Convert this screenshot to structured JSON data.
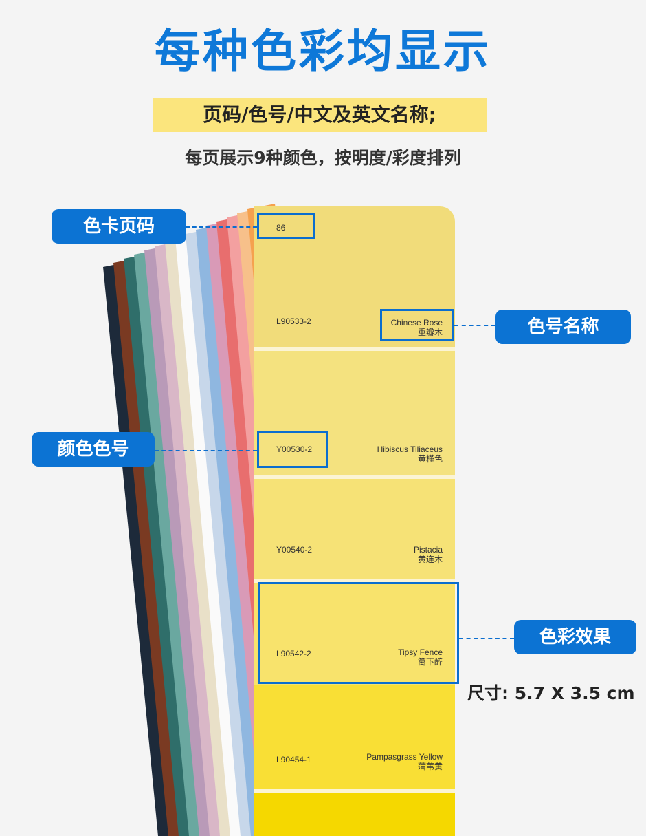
{
  "header": {
    "title": "每种色彩均显示",
    "highlight": "页码/色号/中文及英文名称;",
    "subtitle": "每页展示9种颜色，按明度/彩度排列"
  },
  "card": {
    "page_number": "86",
    "swatches": [
      {
        "code": "L90533-2",
        "name_en": "Chinese Rose",
        "name_cn": "重瓣木",
        "color": "#f1dc7a"
      },
      {
        "code": "Y00530-2",
        "name_en": "Hibiscus Tiliaceus",
        "name_cn": "黄槿色",
        "color": "#f4e27f"
      },
      {
        "code": "Y00540-2",
        "name_en": "Pistacia",
        "name_cn": "黄连木",
        "color": "#f6e276"
      },
      {
        "code": "L90542-2",
        "name_en": "Tipsy Fence",
        "name_cn": "篱下醉",
        "color": "#f8e36c"
      },
      {
        "code": "L90454-1",
        "name_en": "Pampasgrass Yellow",
        "name_cn": "蒲苇黄",
        "color": "#f9df35"
      }
    ],
    "bottom_color": "#f5d800"
  },
  "callouts": {
    "page_label": "色卡页码",
    "name_label": "色号名称",
    "code_label": "颜色色号",
    "effect_label": "色彩效果"
  },
  "size_text": "尺寸: 5.7 X 3.5 cm",
  "colors": {
    "accent": "#0c73d3",
    "title": "#0e78d8",
    "highlight_bg": "#fbe57d"
  }
}
